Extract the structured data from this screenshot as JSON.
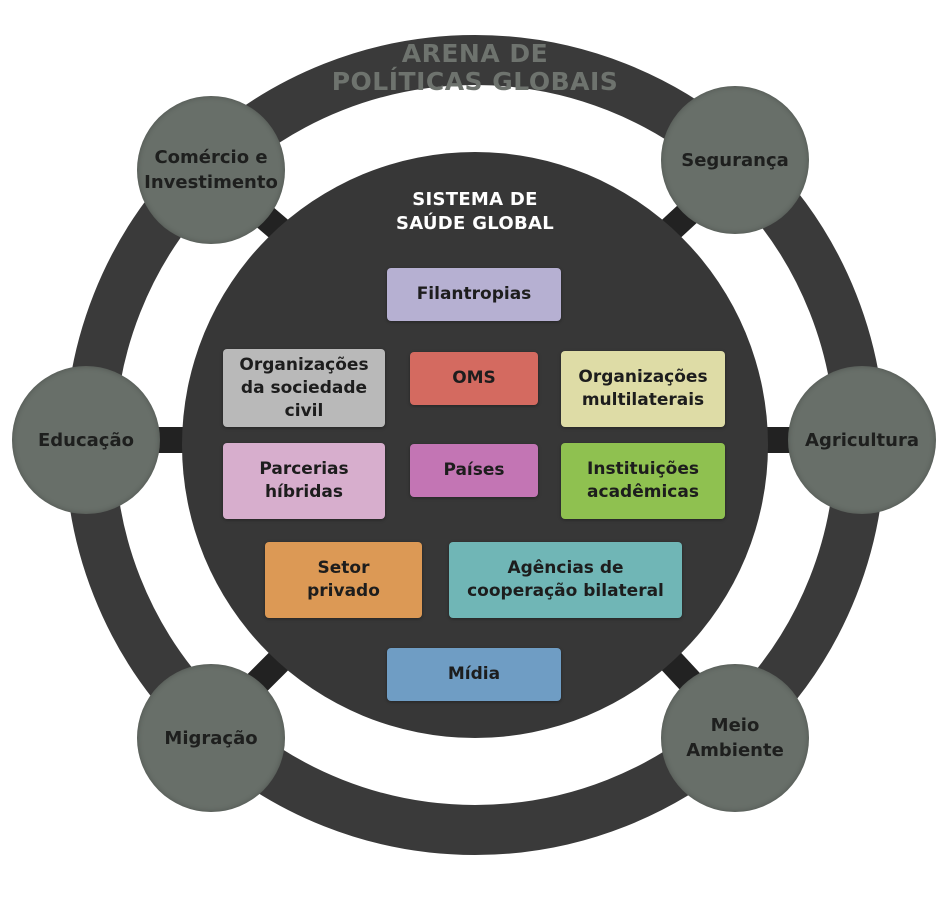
{
  "arena_title": "ARENA DE\nPOLÍTICAS GLOBAIS",
  "system_title": "SISTEMA DE\nSAÚDE GLOBAL",
  "policy_areas": [
    {
      "id": "comercio",
      "label": "Comércio e\nInvestimento"
    },
    {
      "id": "seguranca",
      "label": "Segurança"
    },
    {
      "id": "educacao",
      "label": "Educação"
    },
    {
      "id": "agricultura",
      "label": "Agricultura"
    },
    {
      "id": "migracao",
      "label": "Migração"
    },
    {
      "id": "meio-ambiente",
      "label": "Meio\nAmbiente"
    }
  ],
  "actors": [
    {
      "id": "filantropias",
      "label": "Filantropias",
      "color": "#b6b0d2"
    },
    {
      "id": "sociedade-civil",
      "label": "Organizações\nda sociedade\ncivil",
      "color": "#b9b9b9"
    },
    {
      "id": "oms",
      "label": "OMS",
      "color": "#d46a60"
    },
    {
      "id": "multilaterais",
      "label": "Organizações\nmultilaterais",
      "color": "#dedca6"
    },
    {
      "id": "parcerias",
      "label": "Parcerias\nhíbridas",
      "color": "#d7aecd"
    },
    {
      "id": "paises",
      "label": "Países",
      "color": "#c375b4"
    },
    {
      "id": "academicas",
      "label": "Instituições\nacadêmicas",
      "color": "#8fc150"
    },
    {
      "id": "setor-privado",
      "label": "Setor\nprivado",
      "color": "#dc9955"
    },
    {
      "id": "cooperacao",
      "label": "Agências de\ncooperação bilateral",
      "color": "#70b6b6"
    },
    {
      "id": "midia",
      "label": "Mídia",
      "color": "#6f9dc4"
    }
  ],
  "colors": {
    "ring": "#3a3a3a",
    "inner_circle": "#373737",
    "connector": "#222222",
    "policy_circle": "#686f69"
  }
}
